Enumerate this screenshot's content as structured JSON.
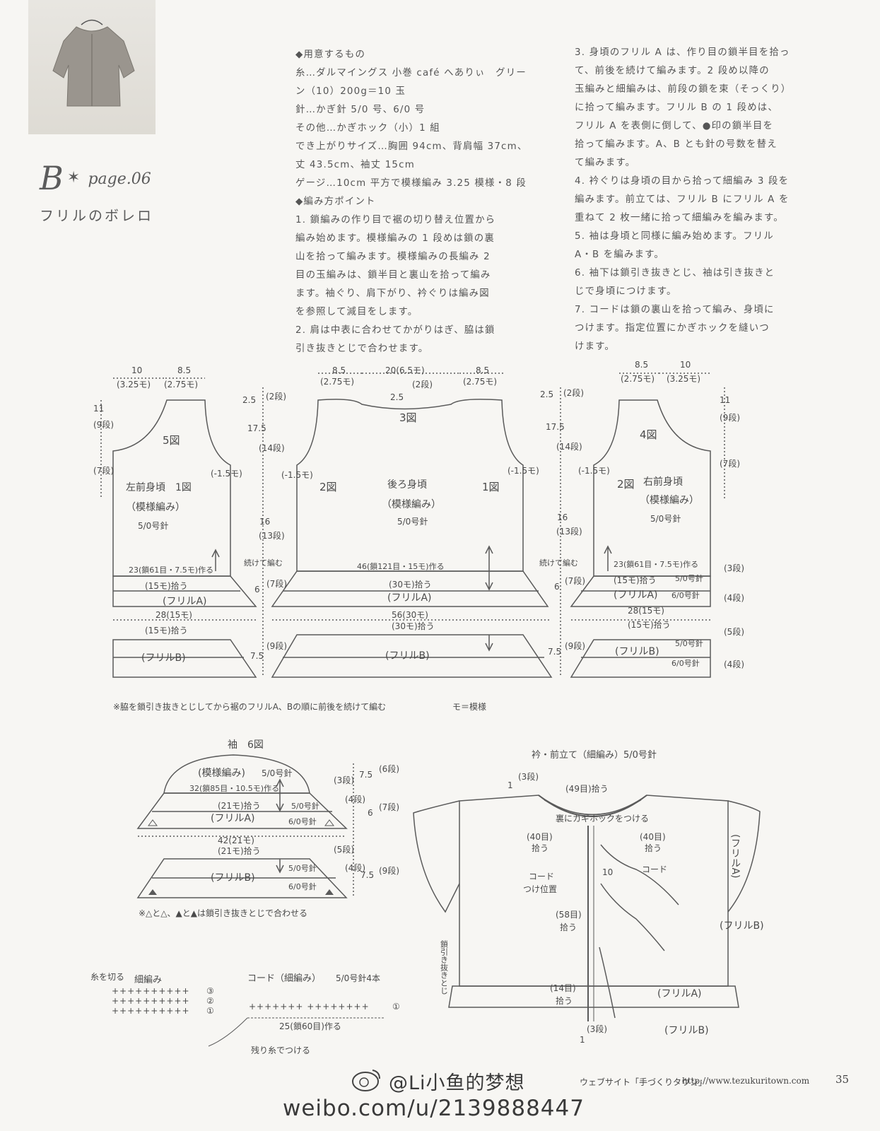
{
  "header": {
    "letter": "B",
    "page_ref": "page.06",
    "subtitle": "フリルのボレロ"
  },
  "materials": {
    "heading": "◆用意するもの",
    "lines": [
      "糸…ダルマイングス 小巻 café へありぃ　グリー",
      "ン（10）200g＝10 玉",
      "針…かぎ針 5/0 号、6/0 号",
      "その他…かぎホック（小）1 組",
      "でき上がりサイズ…胸囲 94cm、背肩幅 37cm、",
      "丈 43.5cm、袖丈 15cm",
      "ゲージ…10cm 平方で模様編み 3.25 模様・8 段"
    ]
  },
  "points": {
    "heading": "◆編み方ポイント",
    "col1": [
      "1. 鎖編みの作り目で裾の切り替え位置から",
      "編み始めます。模様編みの 1 段めは鎖の裏",
      "山を拾って編みます。模様編みの長編み 2",
      "目の玉編みは、鎖半目と裏山を拾って編み",
      "ます。袖ぐり、肩下がり、衿ぐりは編み図",
      "を参照して減目をします。",
      "2. 肩は中表に合わせてかがりはぎ、脇は鎖",
      "引き抜きとじで合わせます。"
    ],
    "col2": [
      "3. 身頃のフリル A は、作り目の鎖半目を拾っ",
      "て、前後を続けて編みます。2 段め以降の",
      "玉編みと細編みは、前段の鎖を束（そっくり）",
      "に拾って編みます。フリル B の 1 段めは、",
      "フリル A を表側に倒して、●印の鎖半目を",
      "拾って編みます。A、B とも針の号数を替え",
      "て編みます。",
      "4. 衿ぐりは身頃の目から拾って細編み 3 段を",
      "編みます。前立ては、フリル B にフリル A を",
      "重ねて 2 枚一緒に拾って細編みを編みます。",
      "5. 袖は身頃と同様に編み始めます。フリル",
      "A・B を編みます。",
      "6. 袖下は鎖引き抜きとじ、袖は引き抜きと",
      "じで身頃につけます。",
      "7. コードは鎖の裏山を拾って編み、身頃に",
      "つけます。指定位置にかぎホックを縫いつ",
      "けます。"
    ]
  },
  "diagram": {
    "left_front": {
      "title": "左前身頃　1図",
      "pattern": "（模様編み）",
      "needle": "5/0号針",
      "fig5": "5図",
      "w1": "10",
      "w1s": "(3.25モ)",
      "w2": "8.5",
      "w2s": "(2.75モ)",
      "h1": "11",
      "h1s": "(9段)",
      "h2s": "(7段)",
      "arm": "(-1.5モ)",
      "chain": "23(鎖61目・7.5モ)作る",
      "pick": "(15モ)拾う",
      "frillA": "(フリルA)",
      "w3": "28(15モ)",
      "pick2": "(15モ)拾う",
      "frillB": "(フリルB)"
    },
    "back": {
      "title": "後ろ身頃",
      "pattern": "（模様編み）",
      "needle": "5/0号針",
      "fig3": "3図",
      "fig2": "2図",
      "fig1": "1図",
      "w1": "8.5",
      "w1s": "(2.75モ)",
      "neck": "20(6.5モ)",
      "w2": "8.5",
      "w2s": "(2.75モ)",
      "neckd": "2.5",
      "neckds": "(2段)",
      "armL": "(-1.5モ)",
      "armR": "(-1.5モ)",
      "chain": "46(鎖121目・15モ)作る",
      "pick": "(30モ)拾う",
      "frillA": "(フリルA)",
      "w3": "56(30モ)",
      "pick2": "(30モ)拾う",
      "frillB": "(フリルB)",
      "sh1": "2.5",
      "sh1s": "(2段)",
      "sh2": "17.5",
      "sh2s": "(14段)",
      "sh3": "16",
      "sh3s": "(13段)",
      "cont": "続けて編む",
      "fa": "6",
      "fas": "(7段)",
      "fb": "7.5",
      "fbs": "(9段)"
    },
    "right_front": {
      "title": "右前身頃",
      "pattern": "（模様編み）",
      "needle": "5/0号針",
      "fig4": "4図",
      "fig2": "2図",
      "w1": "8.5",
      "w1s": "(2.75モ)",
      "w2": "10",
      "w2s": "(3.25モ)",
      "h1": "11",
      "h1s": "(9段)",
      "h2s": "(7段)",
      "arm": "(-1.5モ)",
      "chain": "23(鎖61目・7.5モ)作る",
      "pick": "(15モ)拾う",
      "frillA": "(フリルA)",
      "needleA1": "5/0号針",
      "needleA2": "6/0号針",
      "w3": "28(15モ)",
      "pick2": "(15モ)拾う",
      "frillB": "(フリルB)",
      "needleB1": "5/0号針",
      "needleB2": "6/0号針",
      "rA1": "(3段)",
      "rA2": "(4段)",
      "rB1": "(5段)",
      "rB2": "(4段)"
    },
    "left_dims": {
      "sh1": "2.5",
      "sh1s": "(2段)",
      "sh2": "17.5",
      "sh2s": "(14段)",
      "sh3": "16",
      "sh3s": "(13段)",
      "cont": "続けて編む",
      "fa": "6",
      "fas": "(7段)",
      "fb": "7.5",
      "fbs": "(9段)"
    },
    "note1": "※脇を鎖引き抜きとじしてから裾のフリルA、Bの順に前後を続けて編む",
    "legend": "モ＝模様"
  },
  "sleeve": {
    "title": "袖　6図",
    "pattern": "(模様編み)",
    "needle": "5/0号針",
    "chain": "32(鎖85目・10.5モ)作る",
    "pick": "(21モ)拾う",
    "needleA1": "5/0号針",
    "frillA": "(フリルA)",
    "needleA2": "6/0号針",
    "w2": "42(21モ)",
    "pick2": "(21モ)拾う",
    "needleB1": "5/0号針",
    "frillB": "(フリルB)",
    "needleB2": "6/0号針",
    "d1": "7.5",
    "d1s": "(6段)",
    "d2": "6",
    "d2s": "(7段)",
    "d3": "7.5",
    "d3s": "(9段)",
    "r1": "(3段)",
    "r2": "(4段)",
    "r3": "(5段)",
    "r4": "(4段)",
    "note": "※△と△、▲と▲は鎖引き抜きとじで合わせる"
  },
  "collar": {
    "title": "衿・前立て（細編み）5/0号針",
    "top1": "1",
    "top1s": "(3段)",
    "pick49": "(49目)拾う",
    "hook": "裏にカギホックをつける",
    "pick40L": "(40目)",
    "pick40Ls": "拾う",
    "pick40R": "(40目)",
    "pick40Rs": "拾う",
    "cord_pos1": "コード",
    "cord_pos2": "つけ位置",
    "cord": "コード",
    "ten": "10",
    "pick58": "(58目)",
    "pick58s": "拾う",
    "side": "鎖引き抜きとじ",
    "pick14": "(14目)",
    "pick14s": "拾う",
    "bot1": "1",
    "bot1s": "(3段)",
    "frillA_side": "(フリルA)",
    "frillB_side": "(フリルB)",
    "frillA_bot": "(フリルA)",
    "frillB_bot": "(フリルB)"
  },
  "swatches": {
    "cut": "糸を切る",
    "sc": "細編み",
    "cord_title": "コード（細編み）",
    "cord_needle": "5/0号針4本",
    "cord_chain": "25(鎖60目)作る",
    "remain": "残り糸でつける",
    "rows": [
      "③",
      "②",
      "①"
    ],
    "cord_row": "①"
  },
  "footer": {
    "site": "ウェブサイト「手づくりタウン」",
    "url": "http://www.tezukuritown.com",
    "page": "35"
  },
  "watermark": {
    "name": "@Li小鱼的梦想",
    "url": "weibo.com/u/2139888447"
  }
}
